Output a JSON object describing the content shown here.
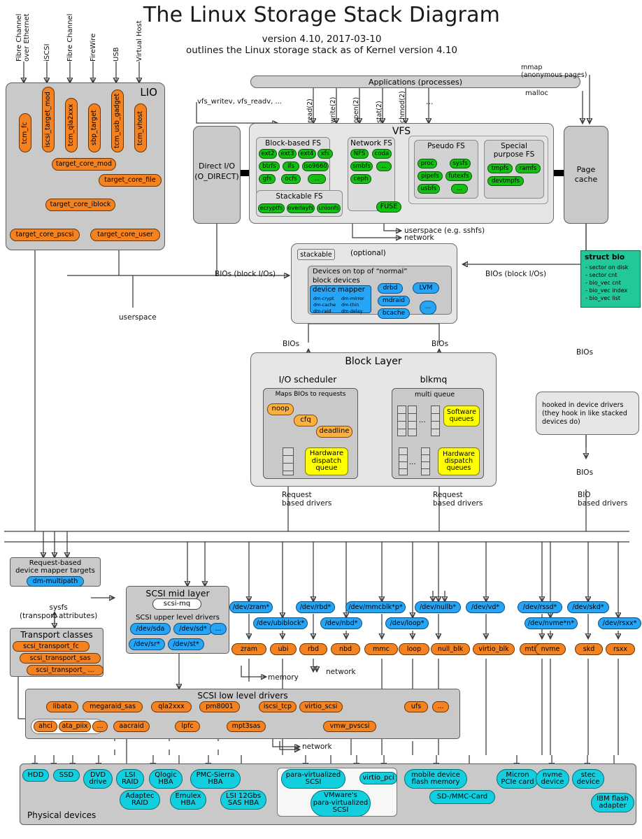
{
  "header": {
    "title": "The Linux Storage Stack Diagram",
    "version_line": "version 4.10, 2017-03-10",
    "desc_line": "outlines the Linux storage stack as of Kernel version 4.10"
  },
  "top_inputs": [
    {
      "label": "Fibre Channel\nover Ethernet"
    },
    {
      "label": "iSCSI"
    },
    {
      "label": "Fibre Channel"
    },
    {
      "label": "FireWire"
    },
    {
      "label": "USB"
    },
    {
      "label": "Virtual Host"
    }
  ],
  "lio": {
    "title": "LIO",
    "front_ends": [
      "tcm_fc",
      "iscsi_target_mod",
      "tcm_qla2xxx",
      "sbp_target",
      "tcm_usb_gadget",
      "tcm_vhost"
    ],
    "core": "target_core_mod",
    "backends": [
      "target_core_file",
      "target_core_iblock",
      "target_core_pscsi",
      "target_core_user"
    ]
  },
  "applications": {
    "label": "Applications (processes)",
    "syscalls": [
      "read(2)",
      "write(2)",
      "open(2)",
      "stat(2)",
      "chmod(2)",
      "..."
    ],
    "mmap_label": "mmap\n(anonymous pages)",
    "malloc_label": "malloc",
    "vfs_helpers": "vfs_writev, vfs_readv, ..."
  },
  "direct_io": {
    "line1": "Direct I/O",
    "line2": "(O_DIRECT)"
  },
  "page_cache": {
    "line1": "Page",
    "line2": "cache"
  },
  "vfs": {
    "title": "VFS",
    "groups": [
      {
        "title": "Block-based FS",
        "items": [
          "ext2",
          "ext3",
          "ext4",
          "xfs",
          "btrfs",
          "ifs",
          "iso9660",
          "gfs",
          "ocfs",
          "..."
        ]
      },
      {
        "title": "Network FS",
        "items": [
          "NFS",
          "coda",
          "smbfs",
          "...",
          "ceph"
        ]
      },
      {
        "title": "Pseudo FS",
        "items": [
          "proc",
          "sysfs",
          "pipefs",
          "futexfs",
          "usbfs",
          "..."
        ]
      },
      {
        "title": "Special\npurpose FS",
        "items": [
          "tmpfs",
          "ramfs",
          "devtmpfs"
        ]
      },
      {
        "title": "Stackable FS",
        "items": [
          "ecryptfs",
          "overlayfs",
          "unionfs"
        ]
      }
    ],
    "fuse": "FUSE",
    "userspace_note": "userspace (e.g. sshfs)",
    "network_note": "network"
  },
  "stacked_devices": {
    "stackable_label": "stackable",
    "optional_label": "(optional)",
    "heading_line1": "Devices on top of “normal”",
    "heading_line2": "block devices",
    "device_mapper": {
      "title": "device mapper",
      "targets": [
        "dm-crypt",
        "dm-mirror",
        "dm-cache",
        "dm-thin",
        "dm-raid",
        "dm-delay"
      ]
    },
    "others": [
      "drbd",
      "LVM",
      "mdraid",
      "bcache",
      "..."
    ]
  },
  "struct_bio": {
    "title": "struct bio",
    "fields": [
      "- sector on disk",
      "- sector cnt",
      "- bio_vec cnt",
      "- bio_vec index",
      "- bio_vec list"
    ]
  },
  "block_layer": {
    "title": "Block Layer",
    "io_scheduler": {
      "title": "I/O scheduler",
      "subtitle": "Maps BIOs to requests",
      "schedulers": [
        "noop",
        "cfq",
        "deadline"
      ],
      "dispatch_queue": "Hardware\ndispatch\nqueue"
    },
    "blkmq": {
      "title": "blkmq",
      "subtitle": "multi queue",
      "software_queues": "Software\nqueues",
      "hardware_queues": "Hardware\ndispatch\nqueues"
    }
  },
  "hooked_drivers": "hooked in device drivers\n(they hook in like stacked\ndevices do)",
  "edge_labels": {
    "bios_block_ios_left": "BIOs (block I/Os)",
    "bios_block_ios_right": "BIOs (block I/Os)",
    "bios_1": "BIOs",
    "bios_2": "BIOs",
    "bios_3": "BIOs",
    "bios_4": "BIOs",
    "userspace": "userspace",
    "request_based_1": "Request\nbased drivers",
    "request_based_2": "Request\nbased drivers",
    "bio_based": "BIO\nbased drivers",
    "memory": "memory",
    "network_low": "network",
    "network_mid": "network"
  },
  "request_dm": {
    "line1": "Request-based",
    "line2": "device mapper targets",
    "pill": "dm-multipath"
  },
  "sysfs_note": "sysfs\n(transport attributes)",
  "transport_classes": {
    "title": "Transport classes",
    "items": [
      "scsi_transport_fc",
      "scsi_transport_sas",
      "scsi_transport_ ..."
    ]
  },
  "scsi_mid": {
    "title": "SCSI mid layer",
    "mq": "scsi-mq",
    "upper_title": "SCSI upper level drivers",
    "devices": [
      "/dev/sda",
      "/dev/sd*",
      "...",
      "/dev/sr*",
      "/dev/st*"
    ]
  },
  "device_columns": [
    {
      "dev_top": "/dev/zram*",
      "dev_mid": "",
      "driver": "zram"
    },
    {
      "dev_top": "",
      "dev_mid": "/dev/ubiblock*",
      "driver": "ubi"
    },
    {
      "dev_top": "/dev/rbd*",
      "dev_mid": "",
      "driver": "rbd"
    },
    {
      "dev_top": "",
      "dev_mid": "/dev/nbd*",
      "driver": "nbd"
    },
    {
      "dev_top": "/dev/mmcblk*p*",
      "dev_mid": "",
      "driver": "mmc"
    },
    {
      "dev_top": "",
      "dev_mid": "/dev/loop*",
      "driver": "loop"
    },
    {
      "dev_top": "/dev/nullb*",
      "dev_mid": "",
      "driver": "null_blk"
    },
    {
      "dev_top": "/dev/vd*",
      "dev_mid": "",
      "driver": "virtio_blk"
    },
    {
      "dev_top": "/dev/rssd*",
      "dev_mid": "",
      "driver": "mtip32xx"
    },
    {
      "dev_top": "",
      "dev_mid": "/dev/nvme*n*",
      "driver": "nvme"
    },
    {
      "dev_top": "/dev/skd*",
      "dev_mid": "",
      "driver": "skd"
    },
    {
      "dev_top": "",
      "dev_mid": "/dev/rsxx*",
      "driver": "rsxx"
    }
  ],
  "scsi_low": {
    "title": "SCSI low level drivers",
    "row1": [
      "libata",
      "megaraid_sas",
      "qla2xxx",
      "pm8001",
      "iscsi_tcp",
      "virtio_scsi",
      "ufs",
      "..."
    ],
    "libata_group": [
      "ahci",
      "ata_piix",
      "..."
    ],
    "row2": [
      "aacraid",
      "lpfc",
      "mpt3sas",
      "vmw_pvscsi"
    ]
  },
  "physical": {
    "title": "Physical devices",
    "row1": [
      "HDD",
      "SSD",
      "DVD\ndrive",
      "LSI\nRAID",
      "Qlogic\nHBA",
      "PMC-Sierra\nHBA"
    ],
    "row2": [
      "Adaptec\nRAID",
      "Emulex\nHBA",
      "LSI 12Gbs\nSAS HBA"
    ],
    "virt_group": [
      "para-virtualized\nSCSI",
      "virtio_pci",
      "VMware's\npara-virtualized\nSCSI"
    ],
    "row3": [
      "mobile device\nflash memory",
      "SD-/MMC-Card",
      "Micron\nPCIe card",
      "nvme\ndevice",
      "stec\ndevice",
      "IBM flash\nadapter"
    ]
  },
  "colors": {
    "orange": "#f58220",
    "green": "#15bd15",
    "blue": "#26a4f5",
    "cyan": "#12cfe0",
    "yellow": "#ffff00",
    "teal": "#22c79a",
    "gray_box": "#c9c9c9",
    "light_box": "#e6e6e6"
  }
}
